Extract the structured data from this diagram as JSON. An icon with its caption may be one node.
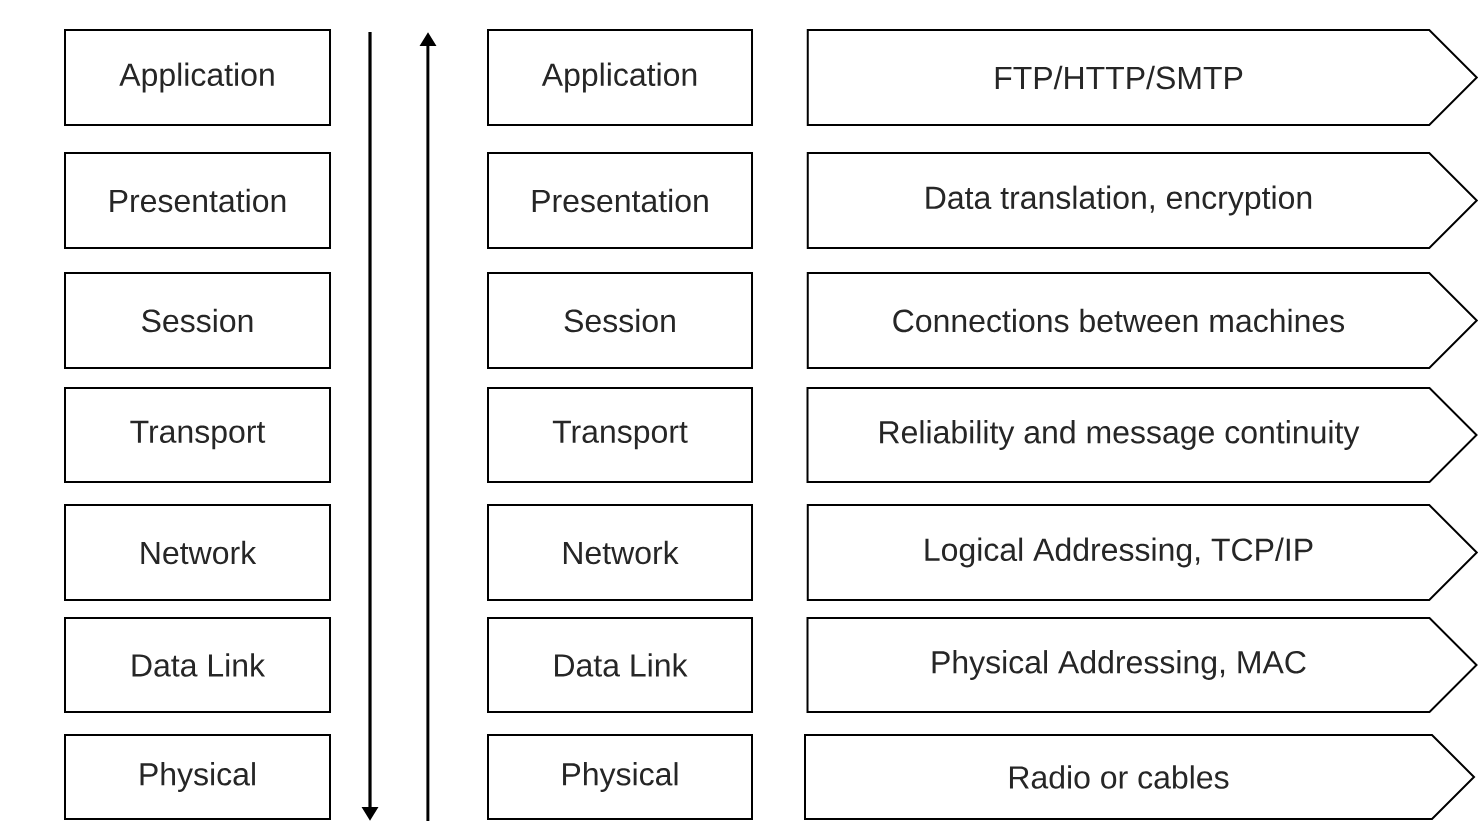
{
  "diagram": {
    "nodes": [
      {
        "text": [
          "Application"
        ]
      },
      {
        "text": [
          "Application"
        ]
      },
      {
        "text": [
          "FTP/HTTP/SMTP"
        ]
      },
      {
        "text": [
          "Presentation"
        ]
      },
      {
        "text": [
          "Presentation"
        ]
      },
      {
        "text": [
          "Data translation, encryption"
        ]
      },
      {
        "text": [
          "Session"
        ]
      },
      {
        "text": [
          "Session"
        ]
      },
      {
        "text": [
          "Connections between machines"
        ]
      },
      {
        "text": [
          "Transport"
        ]
      },
      {
        "text": [
          "Transport"
        ]
      },
      {
        "text": [
          "Reliability and message continuity"
        ]
      },
      {
        "text": [
          "Network"
        ]
      },
      {
        "text": [
          "Network"
        ]
      },
      {
        "text": [
          "Logical Addressing, TCP/IP"
        ]
      },
      {
        "text": [
          "Data Link"
        ]
      },
      {
        "text": [
          "Data Link"
        ]
      },
      {
        "text": [
          "Physical Addressing, MAC"
        ]
      },
      {
        "text": [
          "Physical"
        ]
      },
      {
        "text": [
          "Physical"
        ]
      },
      {
        "text": [
          "Radio or cables"
        ]
      }
    ]
  }
}
